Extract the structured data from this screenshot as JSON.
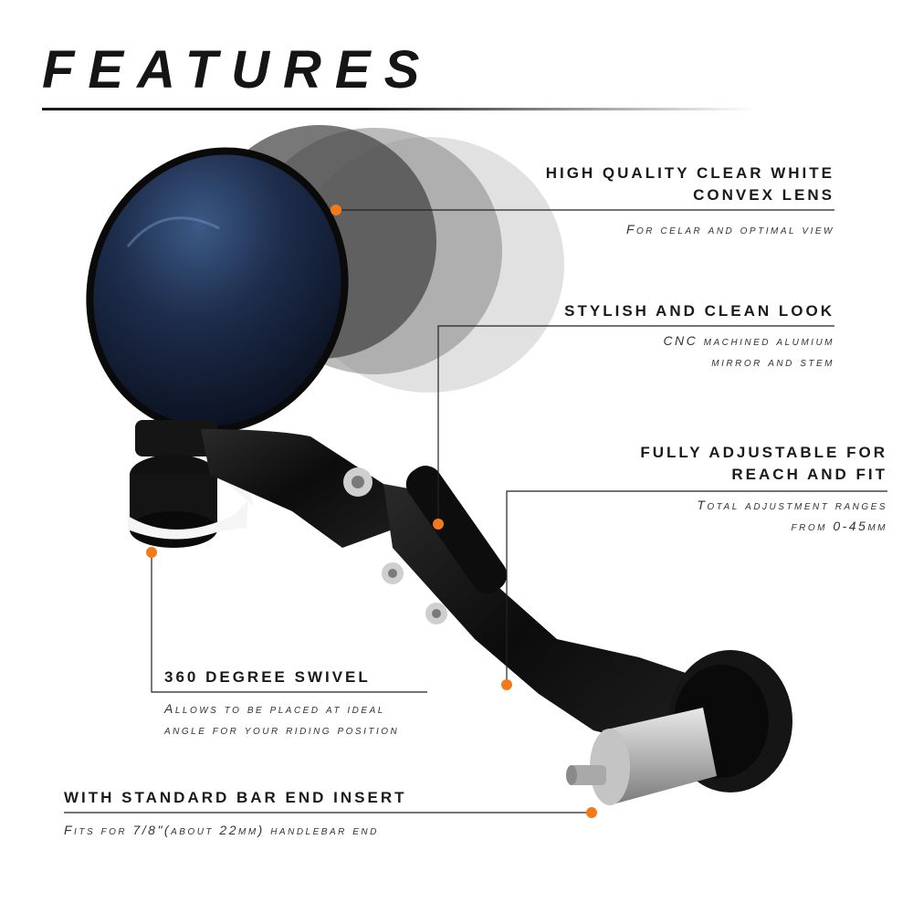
{
  "header": {
    "title": "FEATURES"
  },
  "features": [
    {
      "id": "lens",
      "heading_lines": [
        "High quality clear white",
        "convex lens"
      ],
      "description_lines": [
        "For celar and optimal view"
      ]
    },
    {
      "id": "look",
      "heading_lines": [
        "Stylish and clean look"
      ],
      "description_lines": [
        "CNC machined alumium",
        "mirror and stem"
      ]
    },
    {
      "id": "adjust",
      "heading_lines": [
        "Fully adjustable for",
        "reach and fit"
      ],
      "description_lines": [
        "Total adjustment ranges",
        "from 0-45mm"
      ]
    },
    {
      "id": "swivel",
      "heading_lines": [
        "360 degree swivel"
      ],
      "description_lines": [
        "Allows to be placed at ideal",
        "angle for your riding position"
      ]
    },
    {
      "id": "insert",
      "heading_lines": [
        "With standard bar end insert"
      ],
      "description_lines": [
        "Fits for 7/8\"(about 22mm) handlebar end"
      ]
    }
  ],
  "colors": {
    "accent_dot": "#f27a1a",
    "lens_blue": "#1c2a4a",
    "metal_black": "#111111",
    "text_dark": "#1a1a1a"
  },
  "icons": {
    "product": "bar-end-mirror-illustration"
  }
}
